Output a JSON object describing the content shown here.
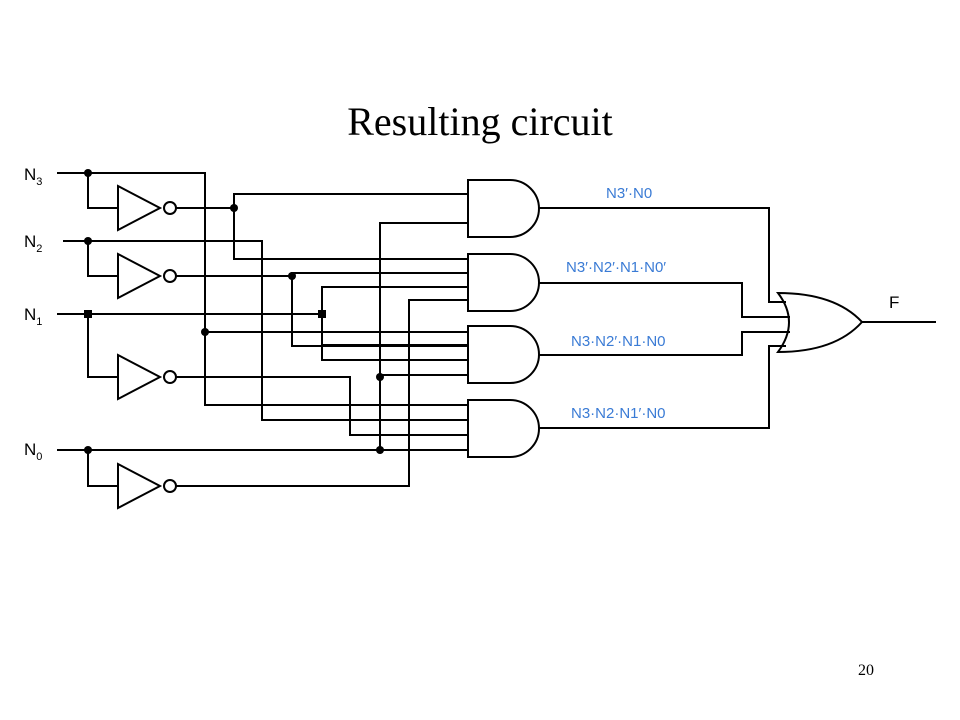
{
  "title": "Resulting circuit",
  "slide_number": "20",
  "inputs": [
    {
      "name": "N",
      "sub": "3"
    },
    {
      "name": "N",
      "sub": "2"
    },
    {
      "name": "N",
      "sub": "1"
    },
    {
      "name": "N",
      "sub": "0"
    }
  ],
  "output": {
    "name": "F"
  },
  "terms": [
    "N3′·N0",
    "N3′·N2′·N1·N0′",
    "N3·N2′·N1·N0",
    "N3·N2·N1′·N0"
  ],
  "colors": {
    "wire": "#000000",
    "term_label": "#3a7bd5",
    "background": "#ffffff"
  }
}
